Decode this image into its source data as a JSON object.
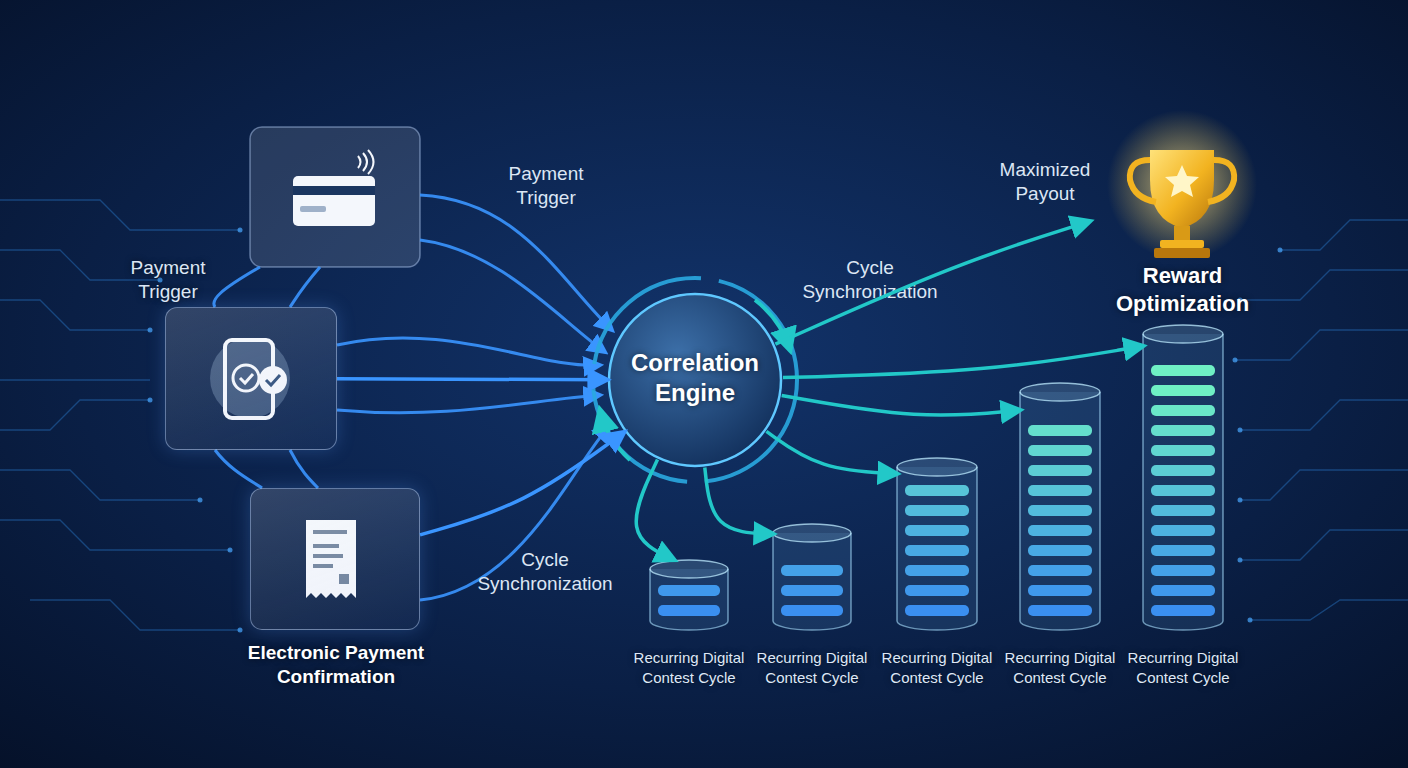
{
  "diagram": {
    "nodes": [
      {
        "text": [
          "Payment Trigger"
        ]
      },
      {
        "text": [
          "Electronic Payment Confirmation"
        ]
      },
      {
        "text": [
          "Correlation Engine"
        ]
      },
      {
        "text": [
          "Recurring Digital Contest Cycle"
        ]
      },
      {
        "text": [
          "Recurring Digital Contest Cycle"
        ]
      },
      {
        "text": [
          "Recurring Digital Contest Cycle"
        ]
      },
      {
        "text": [
          "Recurring Digital Contest Cycle"
        ]
      },
      {
        "text": [
          "Recurring Digital Contest Cycle"
        ]
      },
      {
        "text": [
          "Reward Optimization"
        ]
      }
    ],
    "edges": [
      {
        "from": 0,
        "to": 2,
        "arrow": "to"
      },
      {
        "from": 1,
        "to": 2,
        "arrow": "to"
      },
      {
        "from": 2,
        "to": 3,
        "arrow": "to"
      },
      {
        "from": 2,
        "to": 4,
        "arrow": "to"
      },
      {
        "from": 2,
        "to": 5,
        "arrow": "to"
      },
      {
        "from": 2,
        "to": 6,
        "arrow": "to"
      },
      {
        "from": 2,
        "to": 7,
        "arrow": "to"
      },
      {
        "from": 2,
        "to": 8,
        "arrow": "to",
        "label": "Maximized Payout"
      }
    ],
    "labels": [
      "Payment Trigger",
      "Cycle Synchronization",
      "Cycle Synchronization"
    ]
  }
}
